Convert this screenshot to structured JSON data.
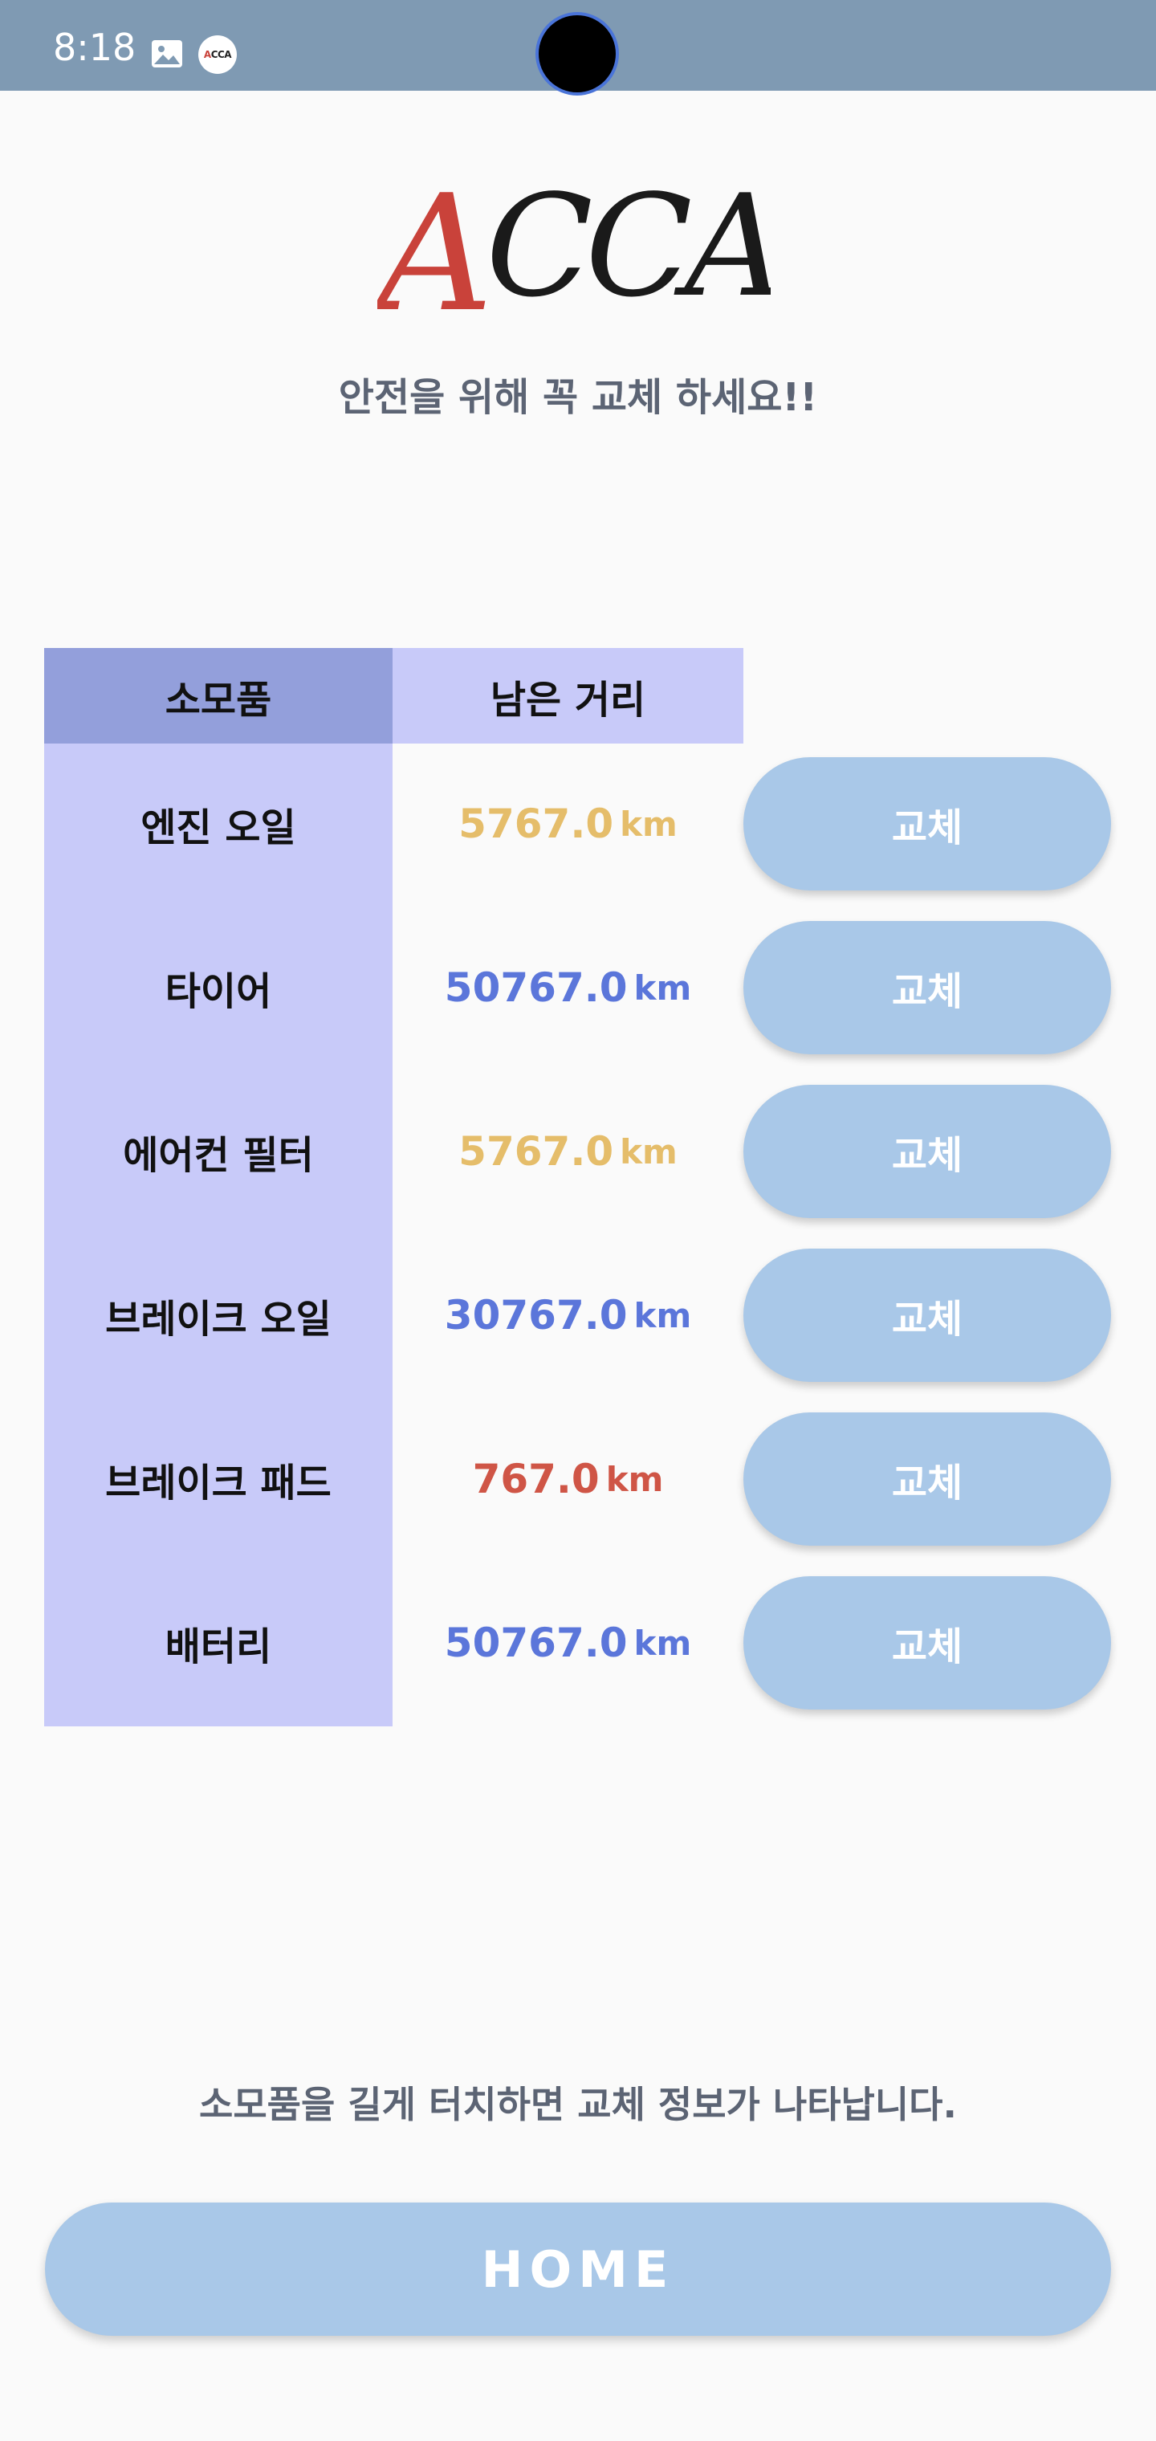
{
  "status_bar": {
    "time": "8:18",
    "icons": [
      "image-icon",
      "acca-app-icon"
    ],
    "app_icon_text": {
      "first": "A",
      "rest": "CCA"
    }
  },
  "header": {
    "logo_text": {
      "first": "A",
      "rest": "CCA"
    },
    "subtitle": "안전을 위해 꼭 교체 하세요!!"
  },
  "table": {
    "columns": [
      "소모품",
      "남은 거리"
    ],
    "rows": [
      {
        "name": "엔진 오일",
        "distance": "5767.0",
        "unit": "km",
        "color": "#e5bd6a",
        "button": "교체"
      },
      {
        "name": "타이어",
        "distance": "50767.0",
        "unit": "km",
        "color": "#5b76da",
        "button": "교체"
      },
      {
        "name": "에어컨 필터",
        "distance": "5767.0",
        "unit": "km",
        "color": "#e5bd6a",
        "button": "교체"
      },
      {
        "name": "브레이크 오일",
        "distance": "30767.0",
        "unit": "km",
        "color": "#5b76da",
        "button": "교체"
      },
      {
        "name": "브레이크 패드",
        "distance": "767.0",
        "unit": "km",
        "color": "#cf5546",
        "button": "교체"
      },
      {
        "name": "배터리",
        "distance": "50767.0",
        "unit": "km",
        "color": "#5b76da",
        "button": "교체"
      }
    ]
  },
  "footer": {
    "hint": "소모품을 길게 터치하면 교체 정보가 나타납니다.",
    "home_label": "HOME"
  },
  "colors": {
    "status_bar": "#7f9ab3",
    "header_primary": "#939fdb",
    "table_bg": "#c8caf9",
    "button": "#a9c8e8",
    "logo_accent": "#c9423a"
  }
}
